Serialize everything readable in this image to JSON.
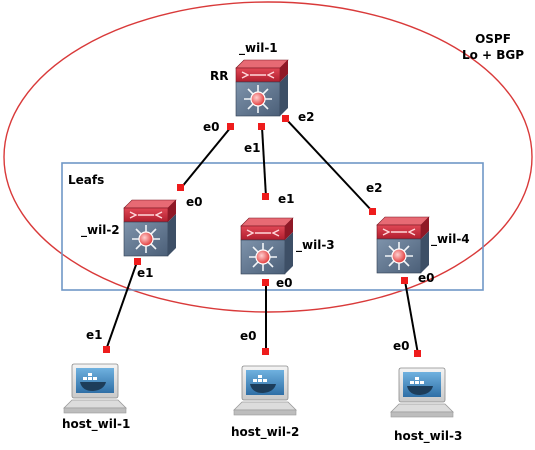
{
  "colors": {
    "ospf_ring": "#d93a3a",
    "leafs_box": "#6f97c6",
    "link": "#000000",
    "port": "#ee1c1c",
    "switch_top": "#c8283a",
    "switch_body": "#5d748e",
    "screen": "#4f93c6"
  },
  "ospf_label_line1": "OSPF",
  "ospf_label_line2": "Lo + BGP",
  "leafs_label": "Leafs",
  "rr_label": "RR",
  "nodes": {
    "spine": {
      "name": "_wil-1",
      "icon": "layer3-switch-icon"
    },
    "leaf1": {
      "name": "_wil-2",
      "icon": "layer3-switch-icon"
    },
    "leaf2": {
      "name": "_wil-3",
      "icon": "layer3-switch-icon"
    },
    "leaf3": {
      "name": "_wil-4",
      "icon": "layer3-switch-icon"
    },
    "host1": {
      "name": "host_wil-1",
      "icon": "docker-host-icon"
    },
    "host2": {
      "name": "host_wil-2",
      "icon": "docker-host-icon"
    },
    "host3": {
      "name": "host_wil-3",
      "icon": "docker-host-icon"
    }
  },
  "links": [
    {
      "a": "spine",
      "a_port": "e0",
      "b": "leaf1",
      "b_port": "e0"
    },
    {
      "a": "spine",
      "a_port": "e1",
      "b": "leaf2",
      "b_port": "e1"
    },
    {
      "a": "spine",
      "a_port": "e2",
      "b": "leaf3",
      "b_port": "e2"
    },
    {
      "a": "leaf1",
      "a_port": "e1",
      "b": "host1",
      "b_port": "e1"
    },
    {
      "a": "leaf2",
      "a_port": "e0",
      "b": "host2",
      "b_port": "e0"
    },
    {
      "a": "leaf3",
      "a_port": "e0",
      "b": "host3",
      "b_port": "e0"
    }
  ]
}
